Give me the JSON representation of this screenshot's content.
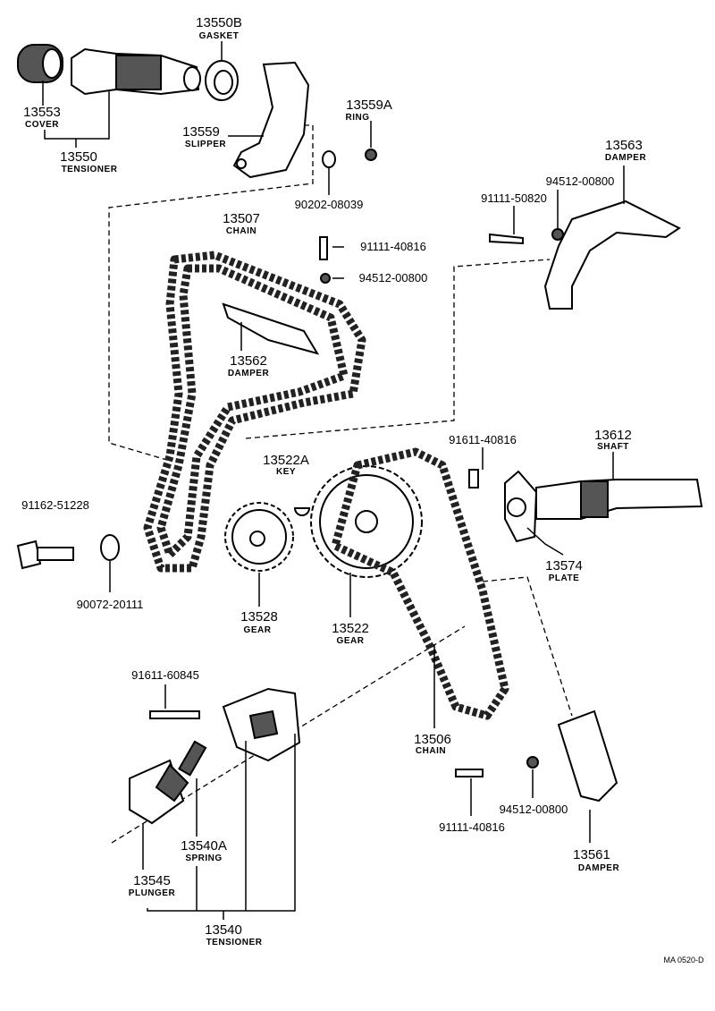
{
  "diagram_code": "MA 0520-D",
  "parts": {
    "gasket": {
      "number": "13550B",
      "name": "GASKET"
    },
    "cover": {
      "number": "13553",
      "name": "COVER"
    },
    "tensioner_upper": {
      "number": "13550",
      "name": "TENSIONER"
    },
    "slipper": {
      "number": "13559",
      "name": "SLIPPER"
    },
    "ring": {
      "number": "13559A",
      "name": "RING"
    },
    "washer_upper": {
      "number": "90202-08039"
    },
    "damper_upper_right": {
      "number": "13563",
      "name": "DAMPER"
    },
    "nut_upper_right": {
      "number": "94512-00800"
    },
    "bolt_upper_right": {
      "number": "91111-50820"
    },
    "chain_upper": {
      "number": "13507",
      "name": "CHAIN"
    },
    "bolt_center": {
      "number": "91111-40816"
    },
    "nut_center": {
      "number": "94512-00800"
    },
    "damper_center": {
      "number": "13562",
      "name": "DAMPER"
    },
    "key": {
      "number": "13522A",
      "name": "KEY"
    },
    "bolt_plate": {
      "number": "91611-40816"
    },
    "shaft": {
      "number": "13612",
      "name": "SHAFT"
    },
    "bolt_left": {
      "number": "91162-51228"
    },
    "washer_left": {
      "number": "90072-20111"
    },
    "gear_small": {
      "number": "13528",
      "name": "GEAR"
    },
    "gear_large": {
      "number": "13522",
      "name": "GEAR"
    },
    "plate": {
      "number": "13574",
      "name": "PLATE"
    },
    "bolt_tensioner": {
      "number": "91611-60845"
    },
    "chain_lower": {
      "number": "13506",
      "name": "CHAIN"
    },
    "spring": {
      "number": "13540A",
      "name": "SPRING"
    },
    "plunger": {
      "number": "13545",
      "name": "PLUNGER"
    },
    "tensioner_lower": {
      "number": "13540",
      "name": "TENSIONER"
    },
    "bolt_lower": {
      "number": "91111-40816"
    },
    "nut_lower": {
      "number": "94512-00800"
    },
    "damper_lower": {
      "number": "13561",
      "name": "DAMPER"
    }
  }
}
